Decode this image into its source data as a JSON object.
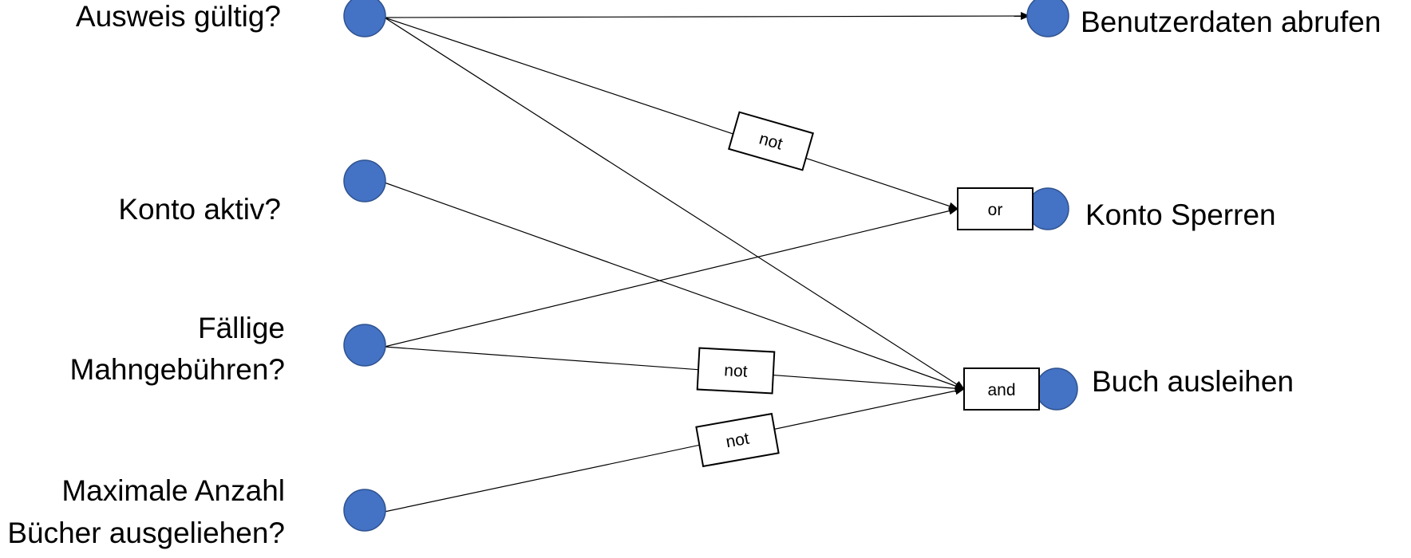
{
  "inputs": [
    {
      "id": "ausweis",
      "label_lines": [
        "Ausweis gültig?"
      ]
    },
    {
      "id": "konto",
      "label_lines": [
        "Konto aktiv?"
      ]
    },
    {
      "id": "mahn",
      "label_lines": [
        "Fällige",
        "Mahngebühren?"
      ]
    },
    {
      "id": "max",
      "label_lines": [
        "Maximale Anzahl",
        "Bücher ausgeliehen?"
      ]
    }
  ],
  "outputs": [
    {
      "id": "benutzer",
      "label": "Benutzerdaten abrufen",
      "gate": ""
    },
    {
      "id": "sperren",
      "label": "Konto Sperren",
      "gate": "or"
    },
    {
      "id": "buch",
      "label": "Buch ausleihen",
      "gate": "and"
    }
  ],
  "edges": [
    {
      "from": "ausweis",
      "to": "benutzer",
      "modifier": ""
    },
    {
      "from": "ausweis",
      "to": "sperren",
      "modifier": "not"
    },
    {
      "from": "ausweis",
      "to": "buch",
      "modifier": ""
    },
    {
      "from": "konto",
      "to": "buch",
      "modifier": ""
    },
    {
      "from": "mahn",
      "to": "sperren",
      "modifier": ""
    },
    {
      "from": "mahn",
      "to": "buch",
      "modifier": "not"
    },
    {
      "from": "max",
      "to": "buch",
      "modifier": "not"
    }
  ],
  "colors": {
    "node_fill": "#4472c4",
    "node_stroke": "#2f528f",
    "line": "#000000"
  }
}
